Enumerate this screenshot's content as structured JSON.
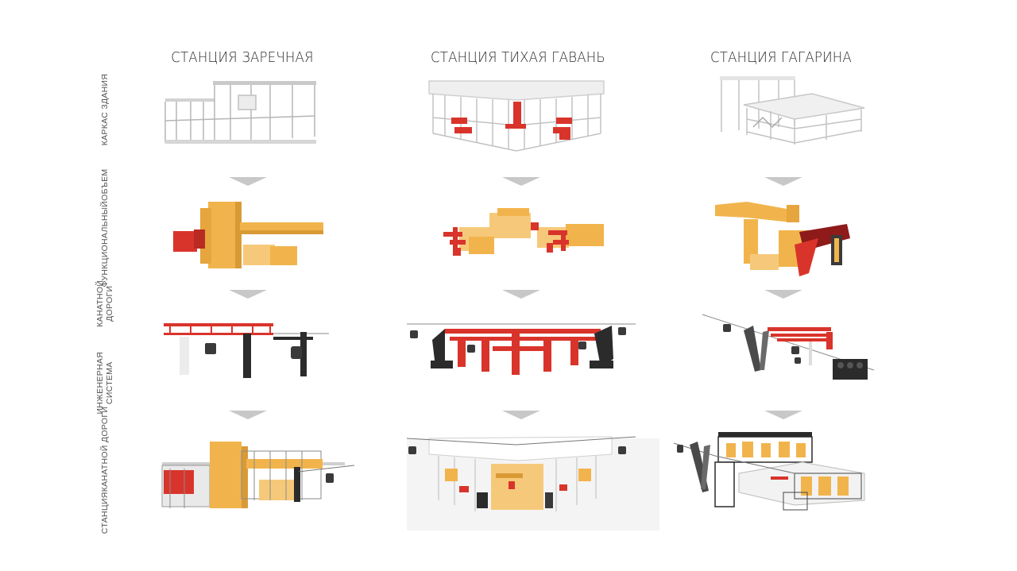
{
  "columns": [
    {
      "title": "СТАНЦИЯ ЗАРЕЧНАЯ"
    },
    {
      "title": "СТАНЦИЯ ТИХАЯ ГАВАНЬ"
    },
    {
      "title": "СТАНЦИЯ ГАГАРИНА"
    }
  ],
  "rows": [
    {
      "label_lines": [
        "КАРКАС ЗДАНИЯ"
      ]
    },
    {
      "label_lines": [
        "ФУНКЦИОНАЛЬНЫЙ",
        "ОБЪЕМ"
      ]
    },
    {
      "label_lines": [
        "ИНЖЕНЕРНАЯ СИСТЕМА",
        "КАНАТНОЙ ДОРОГИ"
      ]
    },
    {
      "label_lines": [
        "СТАНЦИЯ",
        "КАНАТНОЙ ДОРОГИ"
      ]
    }
  ],
  "colors": {
    "accent_red": "#d9342b",
    "dark_red": "#8e1a1a",
    "volume_orange": "#f1b44c",
    "volume_light": "#f6c97a",
    "frame_gray": "#b8b8b8",
    "arrow_gray": "#c8c8c8",
    "dark": "#2b2b2b"
  }
}
